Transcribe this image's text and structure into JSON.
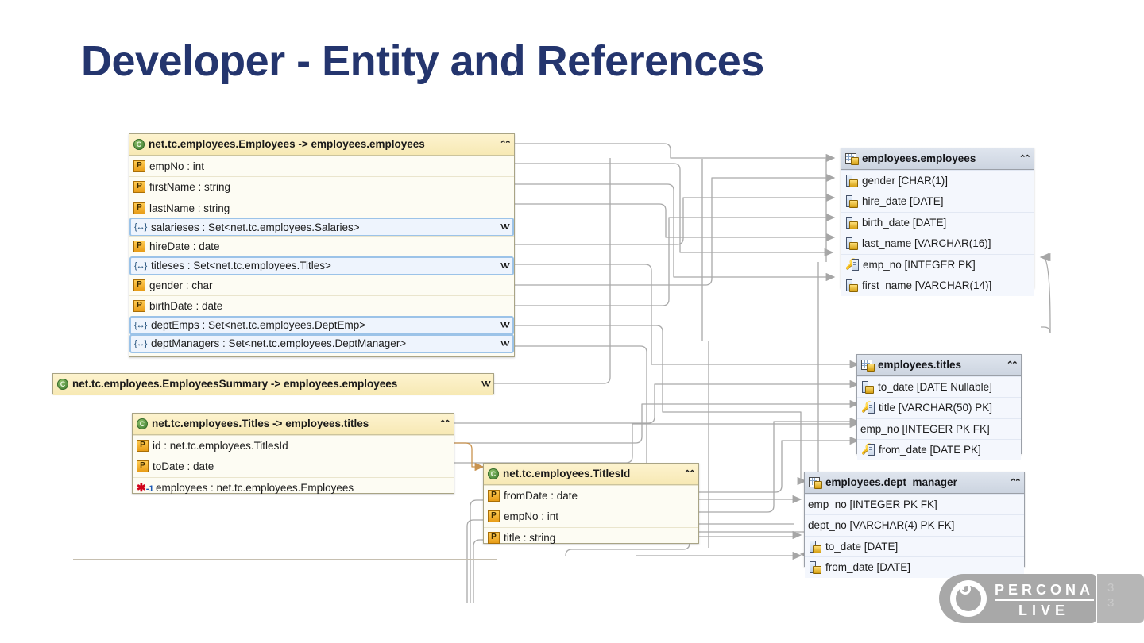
{
  "slide": {
    "title": "Developer - Entity and References",
    "title_color": "#24356e",
    "page_number_top": "3",
    "page_number_bottom": "3"
  },
  "footer": {
    "logo_line1": "PERCONA",
    "logo_line2": "LIVE",
    "logo_icon": "power-icon",
    "logo_color": "#a8a8a8"
  },
  "colors": {
    "entity_header": "#f7e9b4",
    "entity_body": "#fdfcf3",
    "table_header": "#ccd4e0",
    "table_body": "#f2f6fc",
    "selected_row_border": "#9cc3e8",
    "wire": "#a9a9a9",
    "wire_orange": "#c99a60"
  },
  "diagram": {
    "entities": [
      {
        "id": "employees-entity",
        "icon": "class-icon",
        "title": "net.tc.employees.Employees -> employees.employees",
        "collapse_chevron": "chevron-up-double",
        "rows": [
          {
            "icon": "property-icon",
            "label": "empNo : int",
            "selected": false
          },
          {
            "icon": "property-icon",
            "label": "firstName : string",
            "selected": false
          },
          {
            "icon": "property-icon",
            "label": "lastName : string",
            "selected": false
          },
          {
            "icon": "collection-icon",
            "label": "salarieses : Set<net.tc.employees.Salaries>",
            "selected": true,
            "chevron": "chevron-down-double"
          },
          {
            "icon": "property-icon",
            "label": "hireDate : date",
            "selected": false
          },
          {
            "icon": "collection-icon",
            "label": "titleses : Set<net.tc.employees.Titles>",
            "selected": true,
            "chevron": "chevron-down-double"
          },
          {
            "icon": "property-icon",
            "label": "gender : char",
            "selected": false
          },
          {
            "icon": "property-icon",
            "label": "birthDate : date",
            "selected": false
          },
          {
            "icon": "collection-icon",
            "label": "deptEmps : Set<net.tc.employees.DeptEmp>",
            "selected": true,
            "chevron": "chevron-down-double"
          },
          {
            "icon": "collection-icon",
            "label": "deptManagers : Set<net.tc.employees.DeptManager>",
            "selected": true,
            "chevron": "chevron-down-double"
          }
        ]
      },
      {
        "id": "employees-summary-entity",
        "icon": "class-icon",
        "title": "net.tc.employees.EmployeesSummary -> employees.employees",
        "collapse_chevron": "chevron-down-double",
        "collapsed": true,
        "rows": []
      },
      {
        "id": "titles-entity",
        "icon": "class-icon",
        "title": "net.tc.employees.Titles -> employees.titles",
        "collapse_chevron": "chevron-up-double",
        "rows": [
          {
            "icon": "property-icon",
            "label": "id : net.tc.employees.TitlesId",
            "selected": false
          },
          {
            "icon": "property-icon",
            "label": "toDate : date",
            "selected": false
          },
          {
            "icon": "many-to-one-icon",
            "label": "employees : net.tc.employees.Employees",
            "selected": false
          }
        ]
      },
      {
        "id": "titlesid-entity",
        "icon": "class-icon",
        "title": "net.tc.employees.TitlesId",
        "collapse_chevron": "chevron-up-double",
        "rows": [
          {
            "icon": "property-icon",
            "label": "fromDate : date",
            "selected": false
          },
          {
            "icon": "property-icon",
            "label": "empNo : int",
            "selected": false
          },
          {
            "icon": "property-icon",
            "label": "title : string",
            "selected": false
          }
        ]
      }
    ],
    "tables": [
      {
        "id": "employees-employees-table",
        "icon": "table-icon",
        "title": "employees.employees",
        "collapse_chevron": "chevron-up-double",
        "rows": [
          {
            "icon": "column-icon",
            "label": "gender [CHAR(1)]"
          },
          {
            "icon": "column-icon",
            "label": "hire_date [DATE]"
          },
          {
            "icon": "column-icon",
            "label": "birth_date [DATE]"
          },
          {
            "icon": "column-icon",
            "label": "last_name [VARCHAR(16)]"
          },
          {
            "icon": "primary-key-icon",
            "label": "emp_no [INTEGER PK]"
          },
          {
            "icon": "column-icon",
            "label": "first_name [VARCHAR(14)]"
          }
        ]
      },
      {
        "id": "employees-titles-table",
        "icon": "table-icon",
        "title": "employees.titles",
        "collapse_chevron": "chevron-up-double",
        "rows": [
          {
            "icon": "column-icon",
            "label": "to_date [DATE Nullable]"
          },
          {
            "icon": "primary-key-icon",
            "label": "title [VARCHAR(50) PK]"
          },
          {
            "icon": "none",
            "label": "emp_no [INTEGER PK FK]"
          },
          {
            "icon": "primary-key-icon",
            "label": "from_date [DATE PK]"
          }
        ]
      },
      {
        "id": "employees-dept-manager-table",
        "icon": "table-icon",
        "title": "employees.dept_manager",
        "collapse_chevron": "chevron-up-double",
        "rows": [
          {
            "icon": "none",
            "label": "emp_no [INTEGER PK FK]"
          },
          {
            "icon": "none",
            "label": "dept_no [VARCHAR(4) PK FK]"
          },
          {
            "icon": "column-icon",
            "label": "to_date [DATE]"
          },
          {
            "icon": "column-icon",
            "label": "from_date [DATE]"
          }
        ]
      }
    ]
  }
}
